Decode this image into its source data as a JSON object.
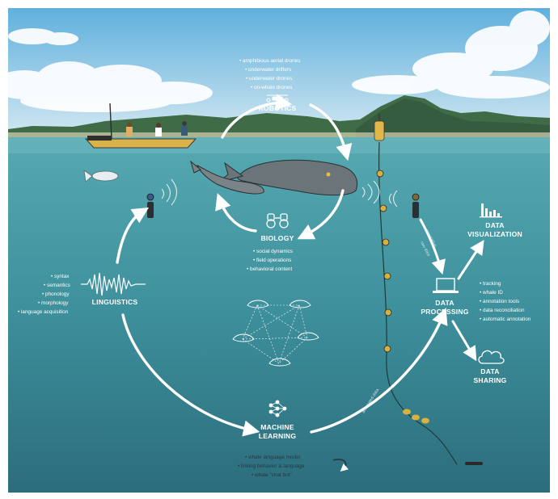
{
  "robotics": {
    "title": "ROBOTICS",
    "items": [
      "amphibious aerial drones",
      "underwater drifters",
      "underwater drones",
      "on-whale drones"
    ]
  },
  "biology": {
    "title": "BIOLOGY",
    "items": [
      "social dynamics",
      "field operations",
      "behavioral content"
    ]
  },
  "linguistics": {
    "title": "LINGUISTICS",
    "items": [
      "syntax",
      "semantics",
      "phonology",
      "morphology",
      "language acquisition"
    ]
  },
  "machine_learning": {
    "title_line1": "MACHINE",
    "title_line2": "LEARNING",
    "items": [
      "whale language model",
      "linking behavior & language",
      "whale \"chat bot\""
    ]
  },
  "data_processing": {
    "title_line1": "DATA",
    "title_line2": "PROCESSING",
    "items": [
      "tracking",
      "whale ID",
      "annotation tools",
      "data reconciliation",
      "automatic annotation"
    ]
  },
  "data_visualization": {
    "title_line1": "DATA",
    "title_line2": "VISUALIZATION"
  },
  "data_sharing": {
    "title_line1": "DATA",
    "title_line2": "SHARING"
  },
  "arrow_labels": {
    "annotation": "annotation",
    "raw_data": "raw data",
    "annotated_data": "annotated data"
  },
  "colors": {
    "sky_top": "#6fb7e0",
    "sky_bottom": "#cfe6f2",
    "ocean_top": "#4a9fa8",
    "ocean_bottom": "#2d6f7e",
    "arrows": "#ffffff",
    "boat": "#d9b24a",
    "mountains": "#3f6a46"
  },
  "icons": [
    "drone-icon",
    "binoculars-icon",
    "waveform-icon",
    "neural-net-icon",
    "laptop-icon",
    "bar-chart-icon",
    "cloud-icon"
  ]
}
